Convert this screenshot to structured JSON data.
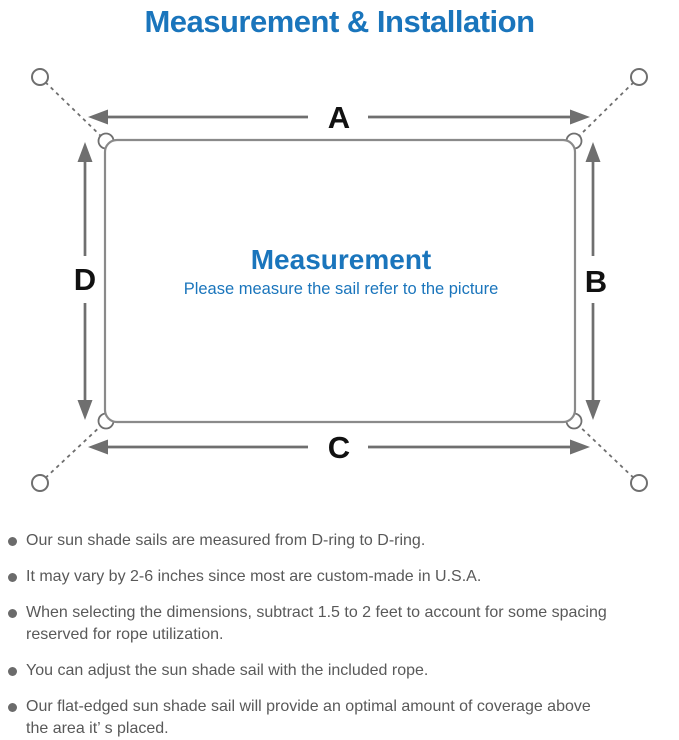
{
  "title": "Measurement & Installation",
  "colors": {
    "accent_blue": "#1a75bc",
    "line_gray": "#6f6f6f",
    "label_black": "#111111",
    "note_gray": "#595959",
    "background": "#ffffff"
  },
  "diagram": {
    "center_heading": "Measurement",
    "center_subtitle": "Please measure the sail refer to the picture",
    "dimension_labels": {
      "top": "A",
      "right": "B",
      "bottom": "C",
      "left": "D"
    }
  },
  "notes": [
    "Our sun shade sails are measured from D-ring to D-ring.",
    "It may vary by 2-6 inches since most are custom-made in U.S.A.",
    "When selecting the dimensions, subtract 1.5 to 2 feet to account for some spacing\nreserved for rope utilization.",
    "You can adjust the sun shade sail with the included rope.",
    "Our flat-edged sun shade sail will provide an optimal amount of coverage above\nthe area it’ s placed."
  ]
}
